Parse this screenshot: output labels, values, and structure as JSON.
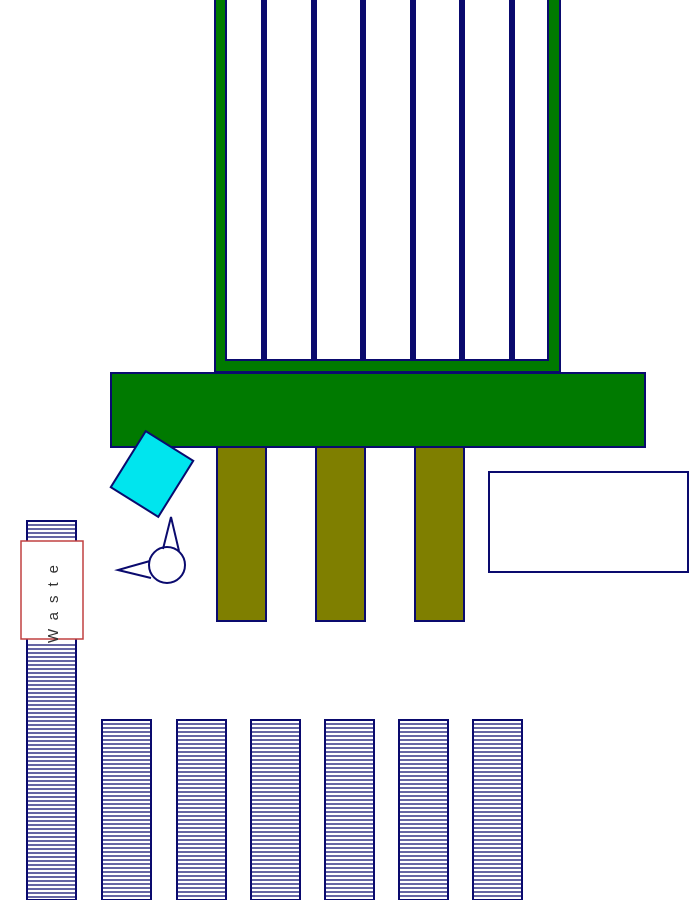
{
  "labels": {
    "waste": "Waste"
  },
  "colors": {
    "outline": "#0a0a6e",
    "frame_green": "#007a00",
    "pillar_olive": "#7f7f00",
    "tool_cyan": "#00e5ee",
    "waste_box_border": "#c04040",
    "background": "#ffffff"
  },
  "icons": {
    "tool": "cyan-rotated-box-icon",
    "operator": "operator-circle-icon"
  },
  "counts": {
    "upper_rails": 6,
    "pillars": 3,
    "conveyors": 7
  }
}
